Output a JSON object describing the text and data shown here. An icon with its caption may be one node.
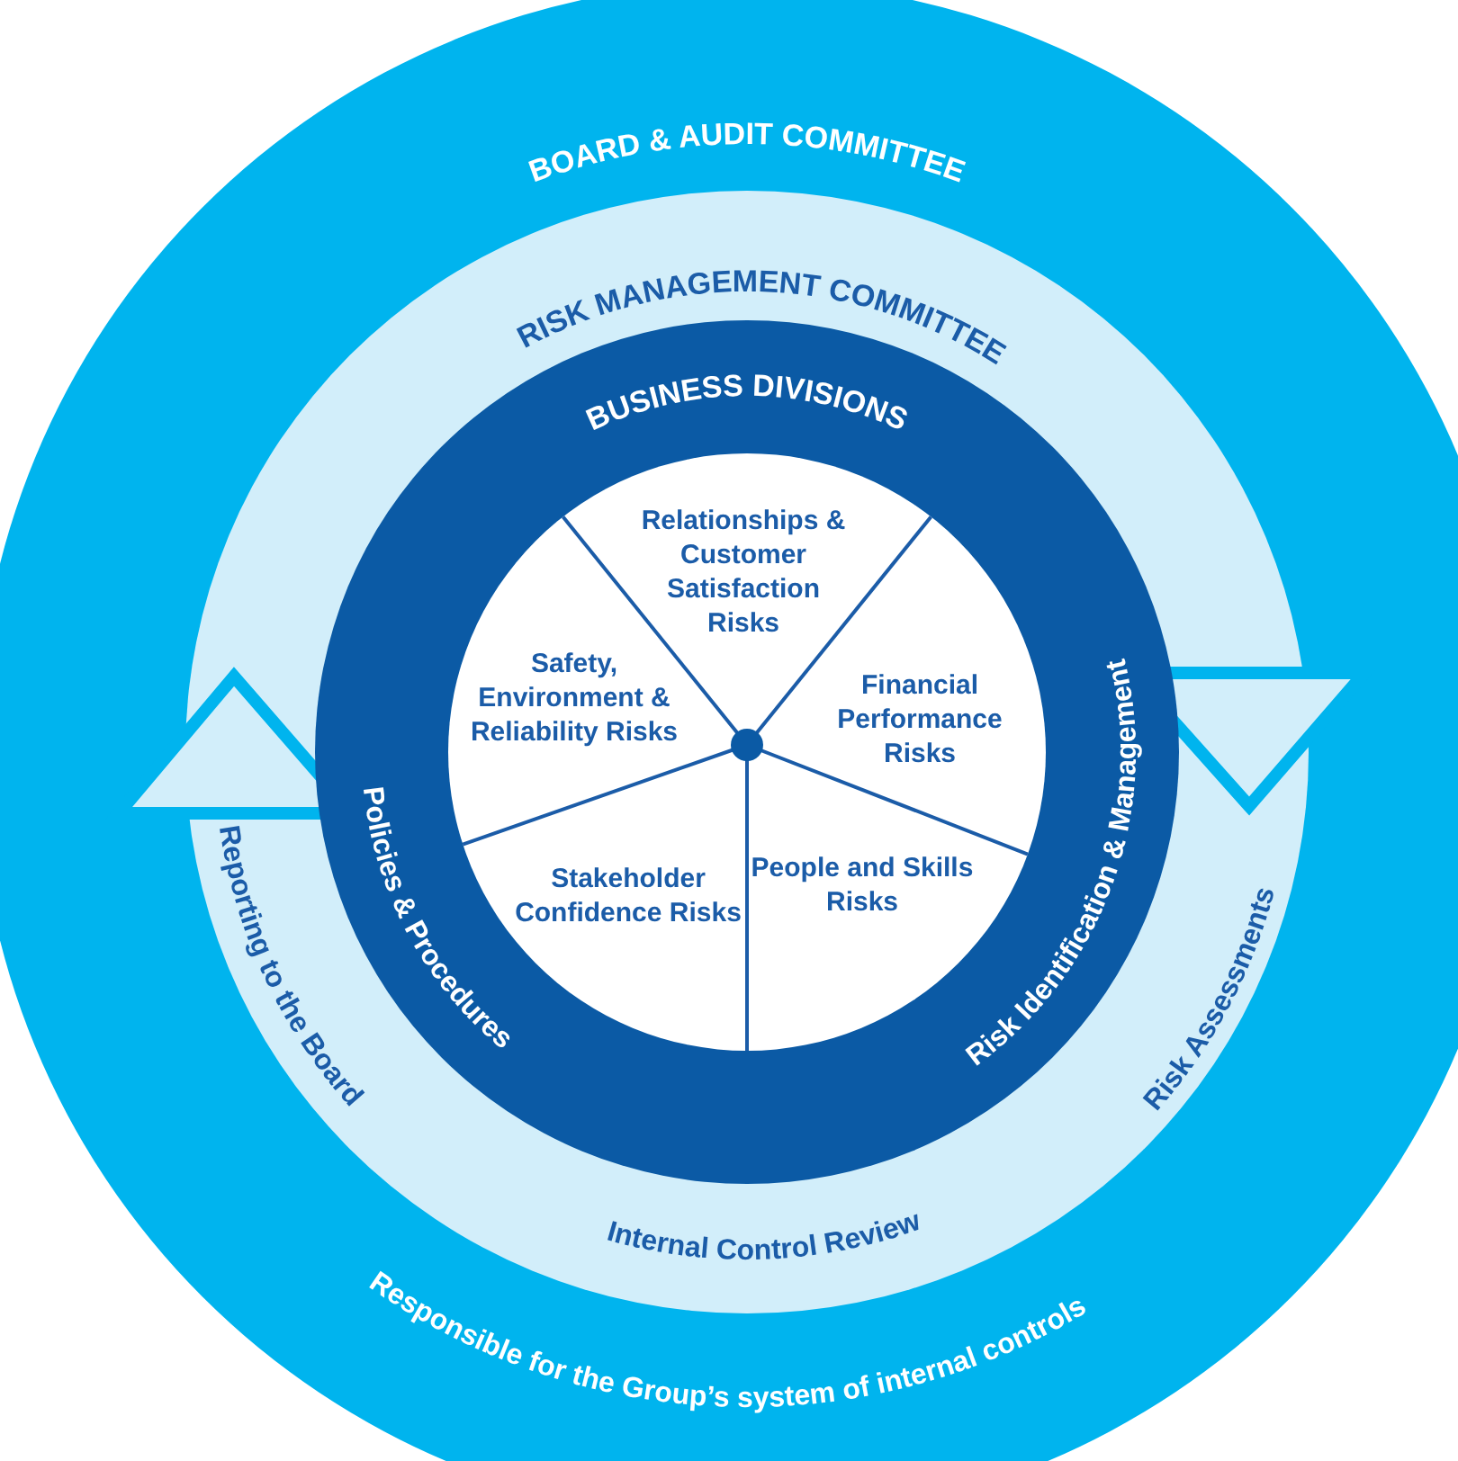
{
  "diagram": {
    "nodes": [
      {
        "text": [
          "BOARD & AUDIT COMMITTEE",
          "Responsible for the Group’s system of internal controls"
        ]
      },
      {
        "text": [
          "RISK MANAGEMENT COMMITTEE",
          "Reporting to the Board",
          "Internal Control Review",
          "Risk Assessments"
        ],
        "in": 0
      },
      {
        "text": [
          "BUSINESS DIVISIONS",
          "Policies & Procedures",
          "Risk Identification & Management"
        ],
        "in": 1
      },
      {
        "text": [],
        "shape": "circle",
        "in": 2
      },
      {
        "text": [
          "Relationships & Customer Satisfaction Risks"
        ],
        "in": 3
      },
      {
        "text": [
          "Safety, Environment & Reliability Risks"
        ],
        "in": 3
      },
      {
        "text": [
          "Financial Performance Risks"
        ],
        "in": 3
      },
      {
        "text": [
          "Stakeholder Confidence Risks"
        ],
        "in": 3
      },
      {
        "text": [
          "People and Skills Risks"
        ],
        "in": 3
      }
    ],
    "edges": []
  }
}
